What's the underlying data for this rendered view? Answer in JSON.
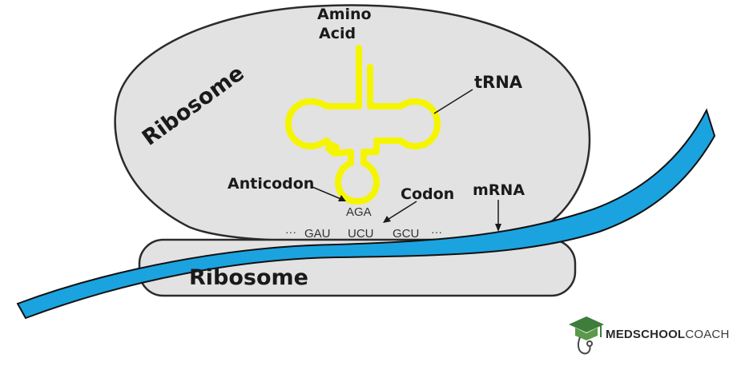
{
  "labels": {
    "ribosome_large": "Ribosome",
    "ribosome_small": "Ribosome",
    "amino_acid_line1": "Amino",
    "amino_acid_line2": "Acid",
    "trna": "tRNA",
    "anticodon_label": "Anticodon",
    "codon_label": "Codon",
    "mrna_label": "mRNA",
    "anticodon_seq": "AGA",
    "ellipsis_left": "···",
    "codon1": "GAU",
    "codon2": "UCU",
    "codon3": "GCU",
    "ellipsis_right": "···"
  },
  "logo": {
    "bold": "MEDSCHOOL",
    "light": "COACH",
    "icon": "graduation-cap-stethoscope-icon"
  },
  "colors": {
    "ribosome_fill": "#e2e2e2",
    "outline": "#2b2b2b",
    "mrna": "#1ba3e0",
    "trna": "#f5f500",
    "logo_green": "#3e7d3a"
  }
}
